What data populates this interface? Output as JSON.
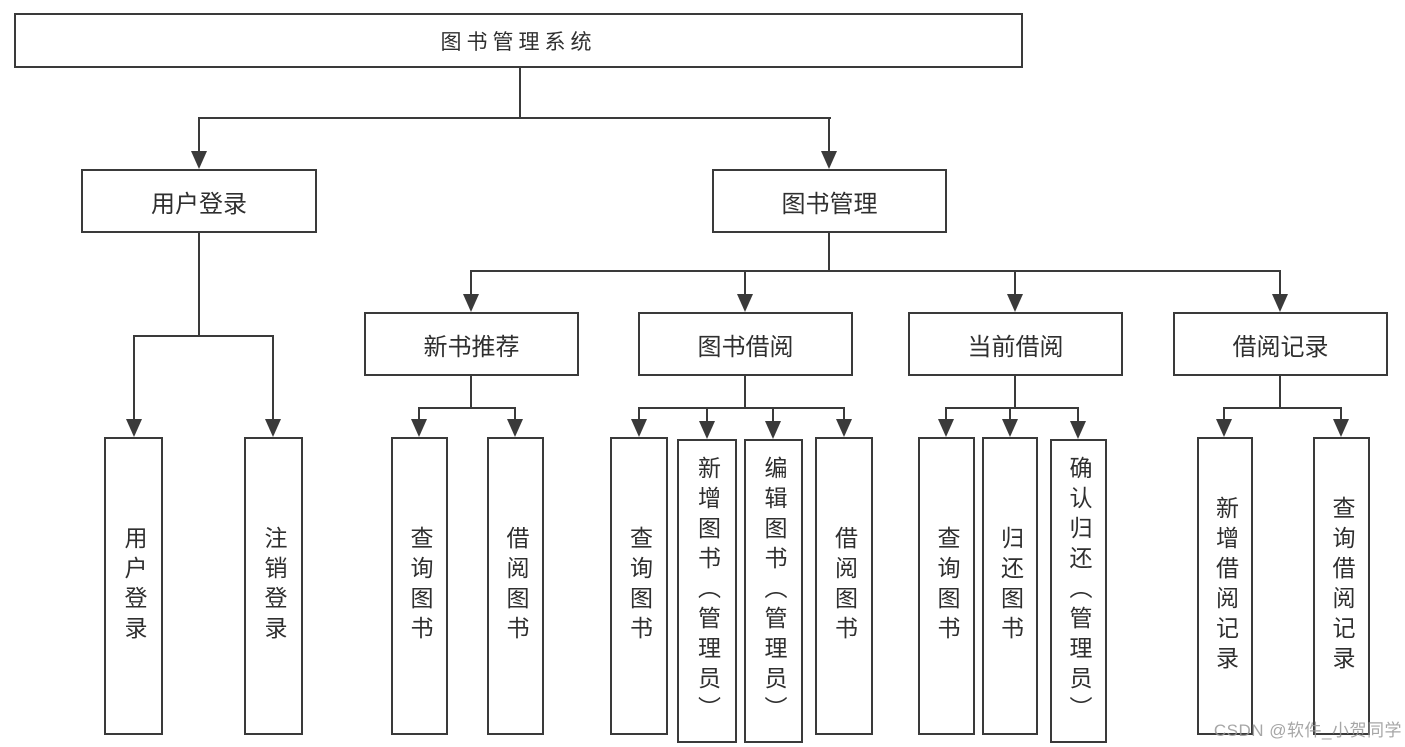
{
  "tree": {
    "root": {
      "label": "图书管理系统"
    },
    "branches": [
      {
        "label": "用户登录",
        "children": [
          {
            "label": "用户登录"
          },
          {
            "label": "注销登录"
          }
        ]
      },
      {
        "label": "图书管理",
        "children": [
          {
            "label": "新书推荐",
            "children": [
              {
                "label": "查询图书"
              },
              {
                "label": "借阅图书"
              }
            ]
          },
          {
            "label": "图书借阅",
            "children": [
              {
                "label": "查询图书"
              },
              {
                "label": "新增图书（管理员）"
              },
              {
                "label": "编辑图书（管理员）"
              },
              {
                "label": "借阅图书"
              }
            ]
          },
          {
            "label": "当前借阅",
            "children": [
              {
                "label": "查询图书"
              },
              {
                "label": "归还图书"
              },
              {
                "label": "确认归还（管理员）"
              }
            ]
          },
          {
            "label": "借阅记录",
            "children": [
              {
                "label": "新增借阅记录"
              },
              {
                "label": "查询借阅记录"
              }
            ]
          }
        ]
      }
    ]
  },
  "watermark": {
    "text": "CSDN @软件_小贺同学"
  },
  "colors": {
    "line": "#3a3a3a",
    "text": "#2f2f2f",
    "background": "#ffffff"
  }
}
